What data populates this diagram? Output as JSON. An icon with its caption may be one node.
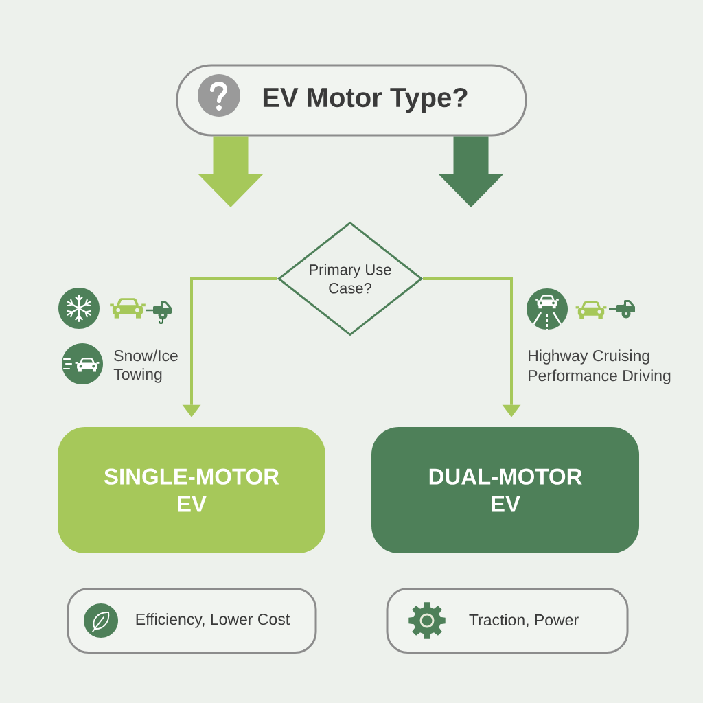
{
  "diagram": {
    "nodes": [
      {
        "text": [
          "EV Motor Type?"
        ]
      },
      {
        "text": [
          "Primary Use Case?"
        ]
      },
      {
        "text": [
          "SINGLE-MOTOR EV"
        ]
      },
      {
        "text": [
          "DUAL-MOTOR EV"
        ]
      },
      {
        "text": [
          "Efficiency, Lower Cost"
        ]
      },
      {
        "text": [
          "Traction, Power"
        ]
      }
    ],
    "edges": [
      {
        "from": 0,
        "to": null,
        "arrow": "to",
        "style": "thick"
      },
      {
        "from": 0,
        "to": null,
        "arrow": "to",
        "style": "thick",
        "color": "#4e8059"
      },
      {
        "from": 1,
        "to": 2,
        "arrow": "to"
      },
      {
        "from": 1,
        "to": 3,
        "arrow": "to"
      }
    ],
    "labels": [
      "Snow/Ice",
      "Towing",
      "Highway Cruising",
      "Performance Driving"
    ]
  }
}
